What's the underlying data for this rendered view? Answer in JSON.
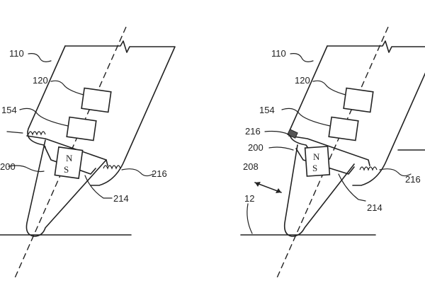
{
  "left_figure": {
    "labels": {
      "housing": "110",
      "component_a": "120",
      "component_b": "154",
      "left_spring": "",
      "tip": "200",
      "spring": "216",
      "magnet_holder": "214"
    },
    "magnet": {
      "north": "N",
      "south": "S"
    }
  },
  "right_figure": {
    "labels": {
      "housing": "110",
      "component_a": "120",
      "component_b": "154",
      "spring_left": "216",
      "tip": "200",
      "motion": "208",
      "surface": "12",
      "spring_right": "216",
      "magnet_holder": "214"
    },
    "magnet": {
      "north": "N",
      "south": "S"
    }
  }
}
